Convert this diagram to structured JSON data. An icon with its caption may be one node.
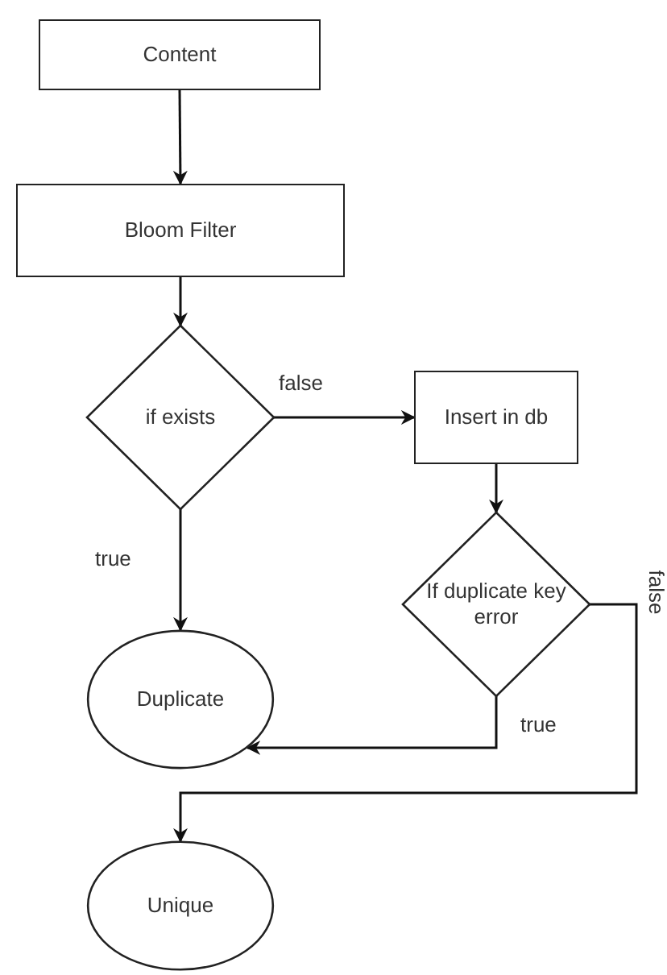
{
  "diagram": {
    "nodes": [
      {
        "text": [
          "Content"
        ]
      },
      {
        "text": [
          "Bloom Filter"
        ]
      },
      {
        "text": [
          "if exists"
        ]
      },
      {
        "text": [
          "Insert in db"
        ]
      },
      {
        "text": [
          "If duplicate key error"
        ]
      },
      {
        "text": [
          "Duplicate"
        ]
      },
      {
        "text": [
          "Unique"
        ]
      }
    ],
    "edges": [
      {
        "from": 0,
        "to": 1,
        "arrow": "to"
      },
      {
        "from": 1,
        "to": 2,
        "arrow": "to"
      },
      {
        "from": 2,
        "to": 3,
        "arrow": "to",
        "label": "false"
      },
      {
        "from": 2,
        "to": 5,
        "arrow": "to",
        "label": "true"
      },
      {
        "from": 3,
        "to": 4,
        "arrow": "to"
      },
      {
        "from": 4,
        "to": 5,
        "arrow": "to",
        "label": "true"
      },
      {
        "from": 4,
        "to": 6,
        "arrow": "to",
        "label": "false"
      }
    ]
  }
}
